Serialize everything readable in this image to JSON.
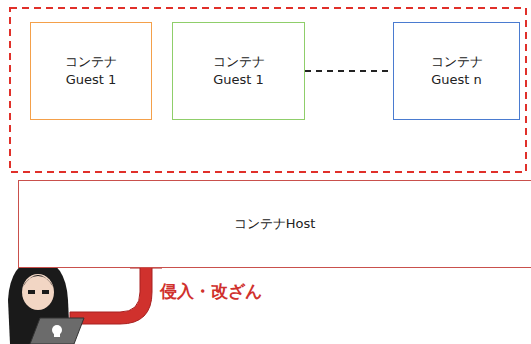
{
  "diagram": {
    "nodes": [
      {
        "text": [
          "コンテナ Guest 1"
        ]
      },
      {
        "text": [
          "コンテナ Guest 1"
        ]
      },
      {
        "text": [
          "コンテナ Guest n"
        ]
      },
      {
        "text": [
          "コンテナHost"
        ]
      }
    ],
    "edges": [
      {
        "from": 1,
        "to": 2,
        "arrow": "none"
      }
    ],
    "labels": [
      "侵入・改ざん"
    ]
  }
}
